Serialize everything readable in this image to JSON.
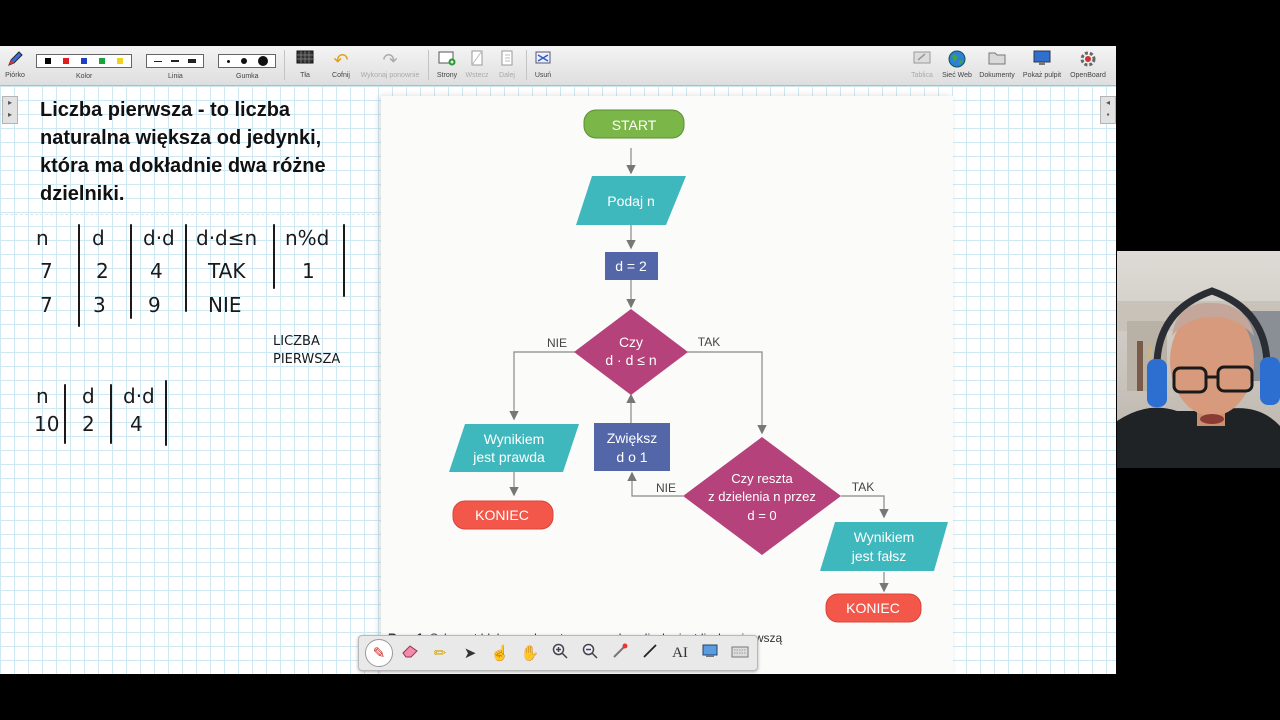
{
  "toolbar": {
    "pen": "Piórko",
    "color": "Kolor",
    "line": "Linia",
    "eraser": "Gumka",
    "background": "Tła",
    "undo": "Cofnij",
    "redo": "Wykonaj ponownie",
    "pages": "Strony",
    "paste": "Wstecz",
    "next": "Dalej",
    "delete": "Usuń",
    "board": "Tablica",
    "web": "Sieć Web",
    "documents": "Dokumenty",
    "desktop": "Pokaż pulpit",
    "openboard": "OpenBoard"
  },
  "colors": {
    "palette": [
      "#000000",
      "#e41b1b",
      "#1c3fc4",
      "#18a43a",
      "#f2d21a"
    ],
    "start_fill": "#7ab648",
    "io_fill": "#3fb8bd",
    "process_fill": "#5366a8",
    "decision_fill": "#b5427a",
    "end_fill": "#f2574a"
  },
  "board": {
    "definition": "Liczba pierwsza - to liczba naturalna większa od jedynki, która ma dokładnie dwa różne dzielniki.",
    "table1": {
      "headers": [
        "n",
        "d",
        "d·d",
        "d·d≤n",
        "n%d"
      ],
      "rows": [
        [
          "7",
          "2",
          "4",
          "TAK",
          "1"
        ],
        [
          "7",
          "3",
          "9",
          "NIE",
          ""
        ]
      ]
    },
    "note_line1": "LICZBA",
    "note_line2": "PIERWSZA",
    "table2": {
      "headers": [
        "n",
        "d",
        "d·d"
      ],
      "rows": [
        [
          "10",
          "2",
          "4"
        ]
      ]
    }
  },
  "flowchart": {
    "start": "START",
    "input": "Podaj n",
    "init": "d = 2",
    "cond1_l1": "Czy",
    "cond1_l2": "d · d ≤ n",
    "no1": "NIE",
    "yes1": "TAK",
    "out_true_l1": "Wynikiem",
    "out_true_l2": "jest  prawda",
    "end1": "KONIEC",
    "incr_l1": "Zwiększ",
    "incr_l2": "d o 1",
    "cond2_l1": "Czy reszta",
    "cond2_l2": "z dzielenia n przez",
    "cond2_l3": "d = 0",
    "no2": "NIE",
    "yes2": "TAK",
    "out_false_l1": "Wynikiem",
    "out_false_l2": "jest fałsz",
    "end2": "KONIEC",
    "caption_bold": "Rys. 1.",
    "caption_text": " Schemat blokowy algorytmu – czy dana liczba jest liczbą pierwszą"
  }
}
